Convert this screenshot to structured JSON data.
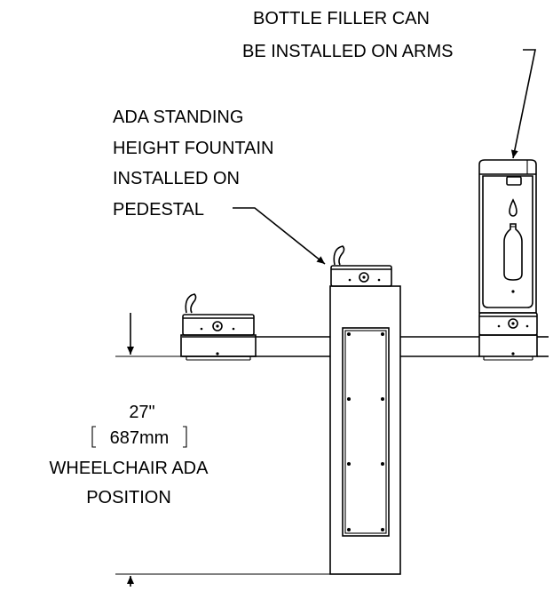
{
  "callouts": {
    "bottle_filler": {
      "lines": [
        "BOTTLE FILLER CAN",
        "BE INSTALLED ON ARMS"
      ]
    },
    "standing_fountain": {
      "lines": [
        "ADA STANDING",
        "HEIGHT FOUNTAIN",
        "INSTALLED ON",
        "PEDESTAL"
      ]
    }
  },
  "dimension": {
    "imperial": "27\"",
    "metric": "687mm",
    "caption_lines": [
      "WHEELCHAIR ADA",
      "POSITION"
    ]
  },
  "colors": {
    "stroke": "#000000",
    "background": "#ffffff"
  }
}
